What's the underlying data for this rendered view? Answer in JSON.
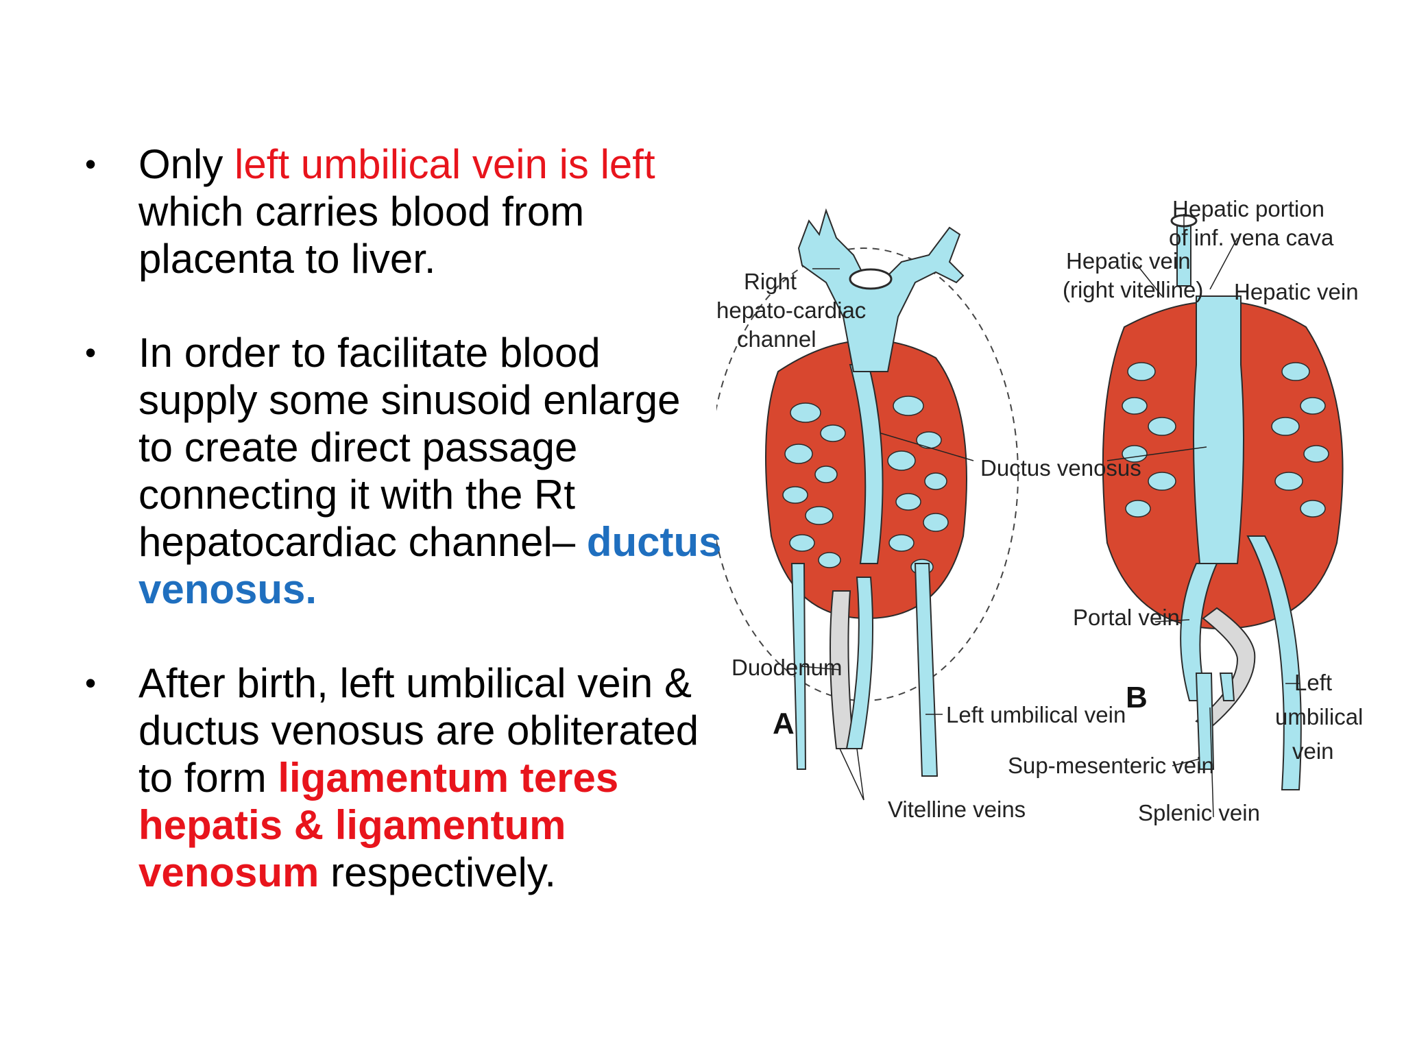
{
  "bullets": [
    {
      "plain1": "Only ",
      "red1": "left umbilical vein is left",
      "plain2": " which  carries blood from placenta to liver."
    },
    {
      "plain1": "In order to facilitate blood supply some sinusoid enlarge to create direct passage connecting it with the Rt hepatocardiac channel–",
      "blue1": "ductus venosus."
    },
    {
      "plain1": "After birth, left umbilical vein & ductus venosus are obliterated to form ",
      "red1": "ligamentum teres hepatis & ligamentum venosum",
      "plain2": " respectively."
    }
  ],
  "figure": {
    "labels": {
      "right_line1": "Right",
      "right_line2": "hepato-cardiac",
      "right_line3": "channel",
      "hepatic_portion_line1": "Hepatic portion",
      "hepatic_portion_line2": "of inf. vena cava",
      "hepatic_vein_rv_line1": "Hepatic vein",
      "hepatic_vein_rv_line2": "(right vitelline)",
      "hepatic_vein": "Hepatic vein",
      "ductus_venosus": "Ductus venosus",
      "portal_vein": "Portal vein",
      "duodenum": "Duodenum",
      "panel_a": "A",
      "panel_b": "B",
      "left_umbilical_vein_a": "Left umbilical vein",
      "left_line1": "Left",
      "left_line2": "umbilical",
      "left_line3": "vein",
      "sup_mesenteric_vein": "Sup-mesenteric vein",
      "vitelline_veins": "Vitelline veins",
      "splenic_vein": "Splenic vein"
    },
    "colors": {
      "vein": "#a9e4ee",
      "liver": "#d8472f",
      "outline": "#2b2b2b",
      "gut": "#d9d9d9"
    }
  }
}
